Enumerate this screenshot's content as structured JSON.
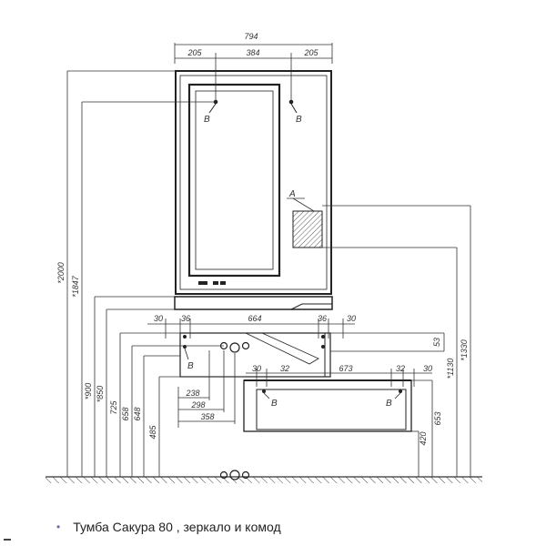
{
  "caption": {
    "bullet": "•",
    "text": "Тумба Сакура 80 , зеркало и комод"
  },
  "drawing": {
    "top_widths": {
      "total": "794",
      "left": "205",
      "middle": "384",
      "right": "205"
    },
    "top_markers": [
      "В",
      "В"
    ],
    "detail_marker": "А",
    "heights_left": [
      "*2000",
      "*1847",
      "*900",
      "*850",
      "725",
      "658",
      "648",
      "485"
    ],
    "heights_right": [
      "*1330",
      "*1130",
      "653",
      "420"
    ],
    "cabinet_widths": [
      "30",
      "36",
      "664",
      "36",
      "30"
    ],
    "cabinet_marker": "В",
    "offset_53": "53",
    "drawer_widths": [
      "30",
      "32",
      "673",
      "32",
      "30"
    ],
    "drawer_markers": [
      "В",
      "В"
    ],
    "pipe_offsets": [
      "238",
      "298",
      "358"
    ]
  }
}
